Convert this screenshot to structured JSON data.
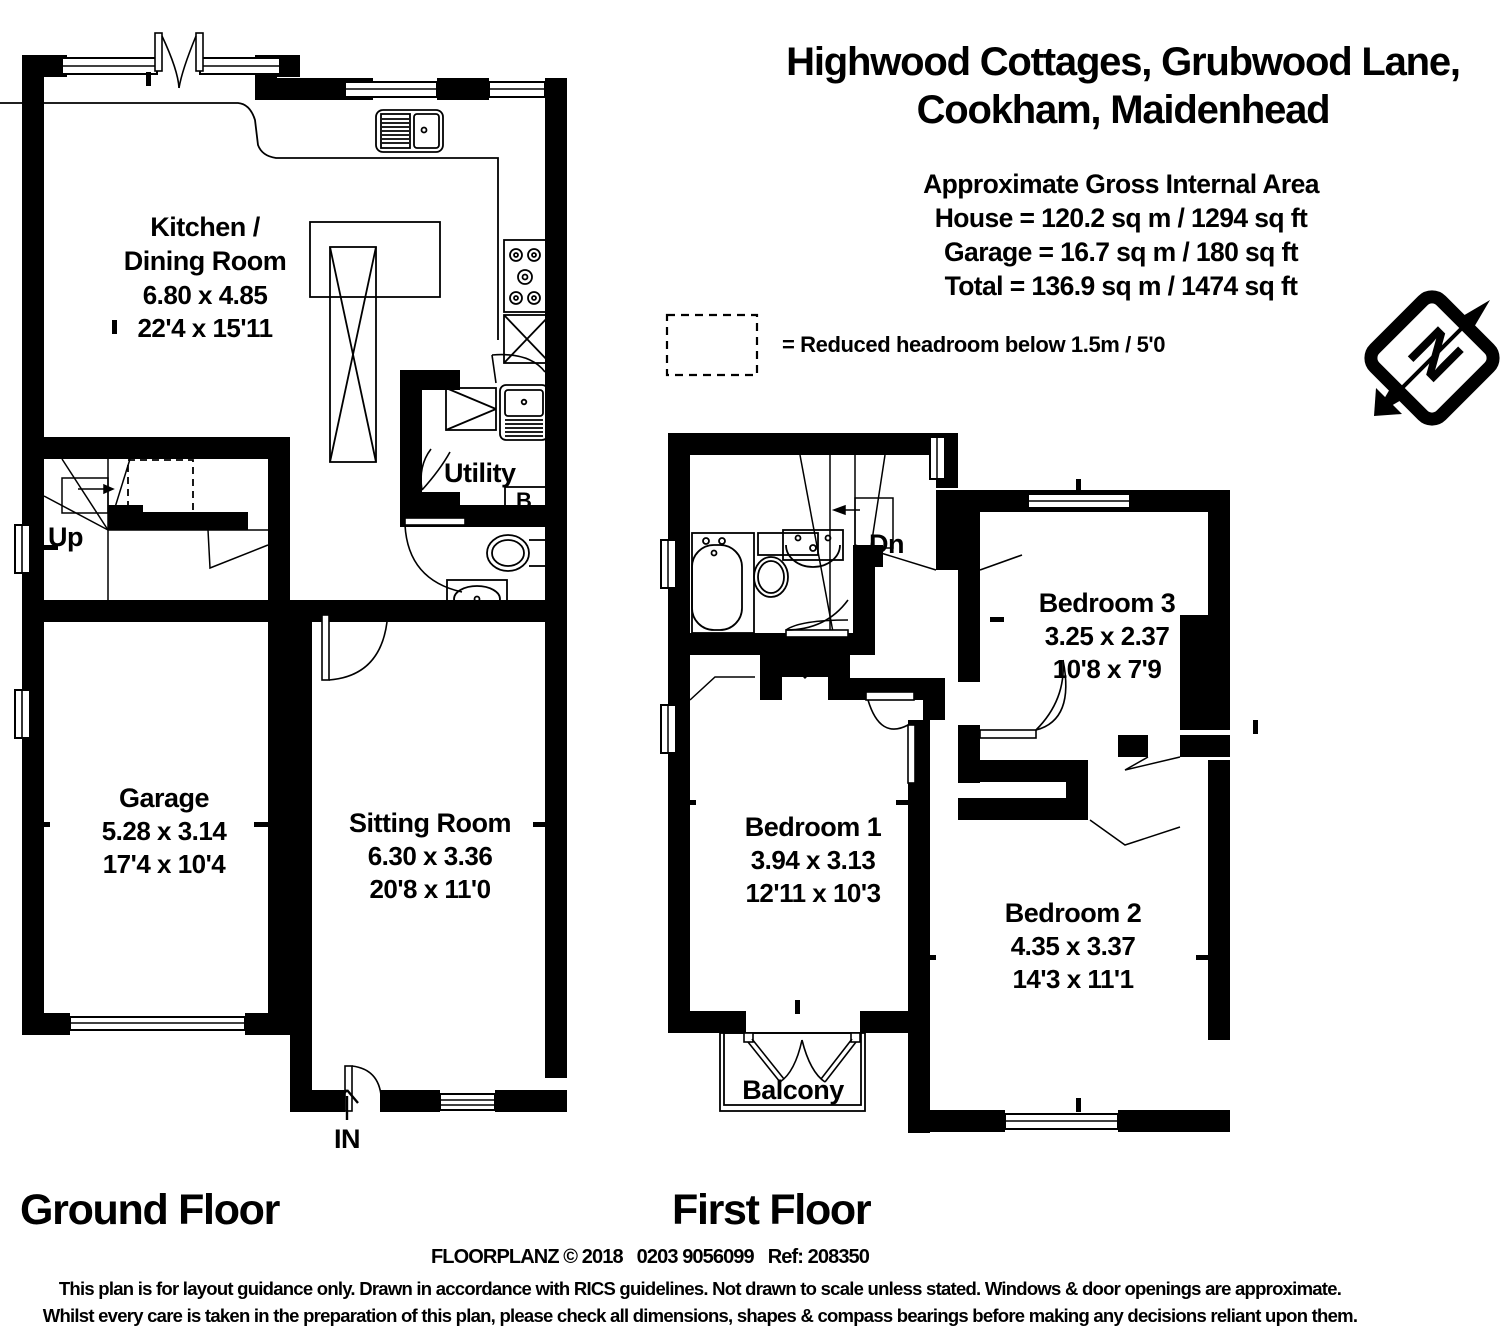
{
  "header": {
    "title_line1": "Highwood Cottages, Grubwood Lane,",
    "title_line2": "Cookham, Maidenhead",
    "area_heading": "Approximate Gross Internal Area",
    "area_house": "House = 120.2 sq m / 1294 sq ft",
    "area_garage": "Garage = 16.7 sq m / 180 sq ft",
    "area_total": "Total = 136.9 sq m / 1474 sq ft"
  },
  "legend": {
    "swatch_name": "reduced-headroom-swatch",
    "text": "= Reduced headroom below 1.5m / 5'0"
  },
  "compass": {
    "label": "N",
    "direction": "north-east"
  },
  "ground_floor": {
    "label": "Ground Floor",
    "rooms": [
      {
        "name": "Kitchen /",
        "name2": "Dining Room",
        "dim_m": "6.80 x 4.85",
        "dim_ft": "22'4 x 15'11"
      },
      {
        "name": "Garage",
        "dim_m": "5.28 x 3.14",
        "dim_ft": "17'4 x 10'4"
      },
      {
        "name": "Sitting Room",
        "dim_m": "6.30 x 3.36",
        "dim_ft": "20'8 x 11'0"
      }
    ],
    "markers": {
      "up": "Up",
      "utility": "Utility",
      "boiler": "B",
      "entrance": "IN"
    }
  },
  "first_floor": {
    "label": "First Floor",
    "rooms": [
      {
        "name": "Bedroom 1",
        "dim_m": "3.94 x 3.13",
        "dim_ft": "12'11 x 10'3"
      },
      {
        "name": "Bedroom 2",
        "dim_m": "4.35 x 3.37",
        "dim_ft": "14'3 x 11'1"
      },
      {
        "name": "Bedroom 3",
        "dim_m": "3.25 x 2.37",
        "dim_ft": "10'8 x 7'9"
      }
    ],
    "markers": {
      "down": "Dn",
      "balcony": "Balcony"
    }
  },
  "footer": {
    "credit": "FLOORPLANZ © 2018   0203 9056099   Ref: 208350",
    "disclaimer1": "This plan is for layout guidance only. Drawn in accordance with RICS guidelines. Not drawn to scale unless stated. Windows & door openings are approximate.",
    "disclaimer2": "Whilst every care is taken in the preparation of this plan, please check all dimensions, shapes & compass bearings before making any decisions reliant upon them."
  },
  "colors": {
    "wall": "#000000",
    "background": "#ffffff",
    "line": "#000000"
  }
}
